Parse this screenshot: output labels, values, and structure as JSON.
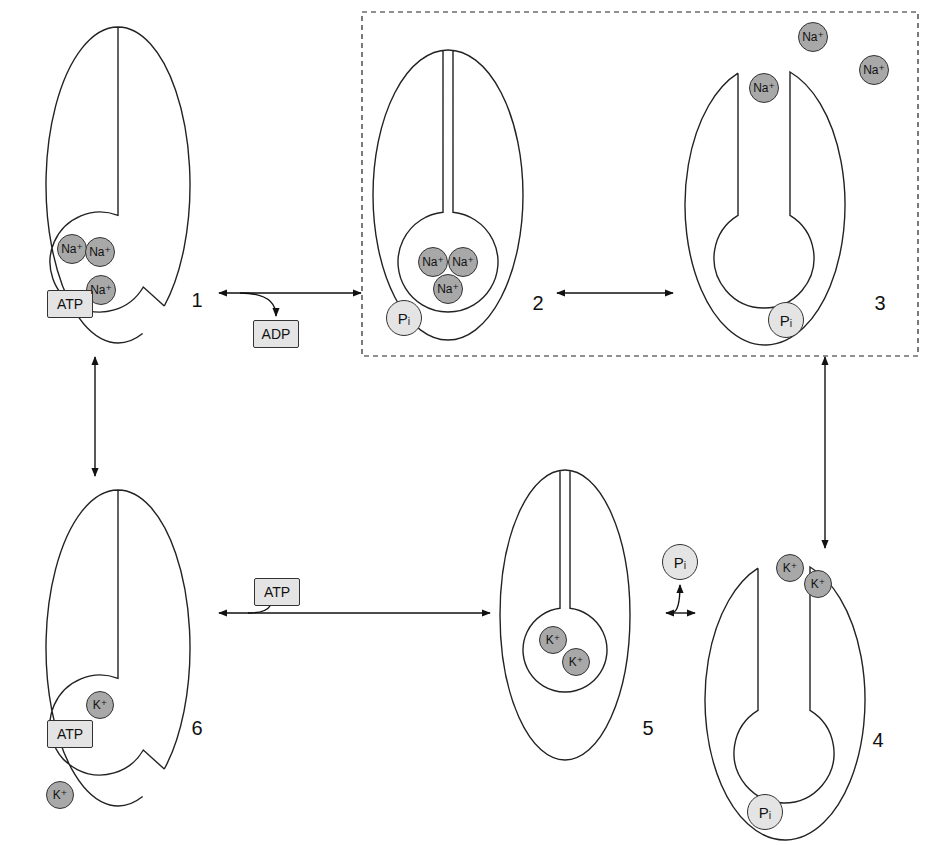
{
  "diagram": {
    "nodes": [
      {
        "text": [
          "1"
        ]
      },
      {
        "text": [
          "Na⁺"
        ],
        "in": 0
      },
      {
        "text": [
          "Na⁺"
        ],
        "in": 0
      },
      {
        "text": [
          "Na⁺"
        ],
        "in": 0
      },
      {
        "text": [
          "ATP"
        ],
        "in": 0
      },
      {
        "text": [
          "ADP"
        ]
      },
      {
        "text": [
          "2"
        ]
      },
      {
        "text": [
          "Na⁺"
        ],
        "in": 6
      },
      {
        "text": [
          "Na⁺"
        ],
        "in": 6
      },
      {
        "text": [
          "Na⁺"
        ],
        "in": 6
      },
      {
        "text": [
          "Pᵢ"
        ],
        "in": 6
      },
      {
        "text": [
          "3"
        ]
      },
      {
        "text": [
          "Na⁺"
        ],
        "in": 11
      },
      {
        "text": [
          "Na⁺"
        ]
      },
      {
        "text": [
          "Na⁺"
        ]
      },
      {
        "text": [
          "Pᵢ"
        ],
        "in": 11
      },
      {
        "text": [
          "6"
        ]
      },
      {
        "text": [
          "K⁺"
        ],
        "in": 16
      },
      {
        "text": [
          "ATP"
        ],
        "in": 16
      },
      {
        "text": [
          "K⁺"
        ]
      },
      {
        "text": [
          "ATP"
        ]
      },
      {
        "text": [
          "5"
        ]
      },
      {
        "text": [
          "K⁺"
        ],
        "in": 21
      },
      {
        "text": [
          "K⁺"
        ],
        "in": 21
      },
      {
        "text": [
          "Pᵢ"
        ]
      },
      {
        "text": [
          "4"
        ]
      },
      {
        "text": [
          "K⁺"
        ],
        "in": 25
      },
      {
        "text": [
          "K⁺"
        ],
        "in": 25
      },
      {
        "text": [
          "Pᵢ"
        ],
        "in": 25
      }
    ],
    "edges": [
      {
        "from": 0,
        "to": 6,
        "arrow": "both"
      },
      {
        "from": 6,
        "to": 11,
        "arrow": "both"
      },
      {
        "from": 11,
        "to": 25,
        "arrow": "both"
      },
      {
        "from": 25,
        "to": 21,
        "arrow": "both"
      },
      {
        "from": 21,
        "to": 16,
        "arrow": "both"
      },
      {
        "from": 16,
        "to": 0,
        "arrow": "both"
      }
    ]
  }
}
